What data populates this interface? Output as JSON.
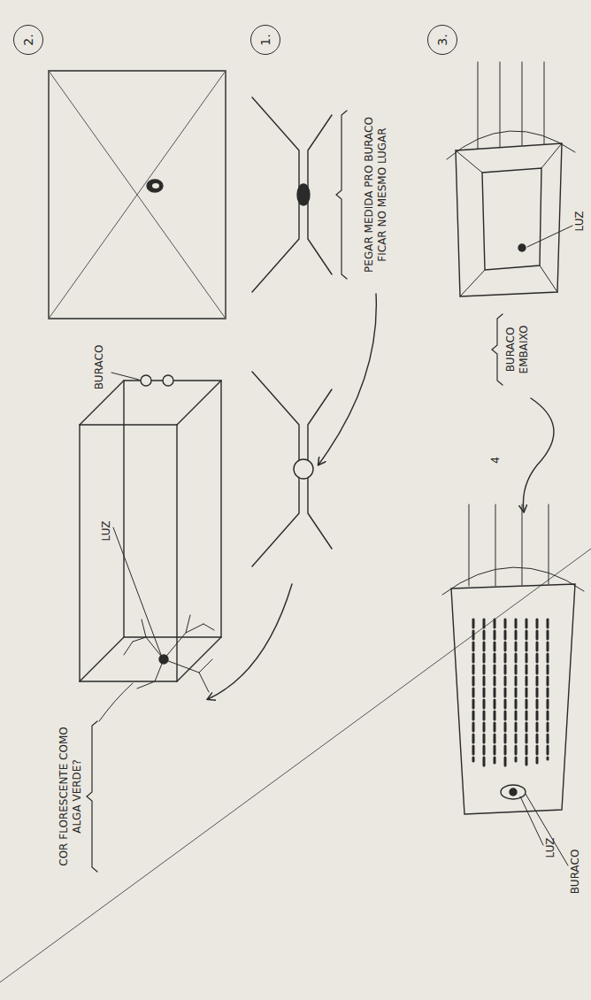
{
  "diagram": {
    "nodes": [
      {
        "text": [
          "2."
        ]
      },
      {
        "text": [
          "1."
        ]
      },
      {
        "text": [
          "3."
        ]
      }
    ],
    "labels": [
      "BURACO",
      "LUZ",
      "COR FLORESCENTE COMO ALGA VERDE?",
      "PEGAR MEDIDA PRO BURACO FICAR NO MESMO LUGAR",
      "LUZ",
      "BURACO EMBAIXO",
      "4",
      "LUZ",
      "BURACO"
    ]
  }
}
